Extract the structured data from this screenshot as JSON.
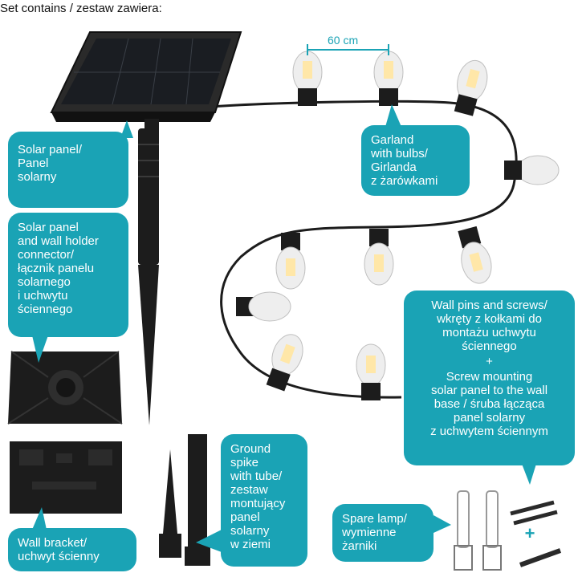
{
  "title": "Set contains / zestaw zawiera:",
  "dimension_label": "60 cm",
  "callouts": {
    "solar_panel": [
      "Solar panel/",
      "Panel",
      "solarny"
    ],
    "connector": [
      "Solar panel",
      "and wall holder",
      "connector/",
      "łącznik panelu",
      "solarnego",
      "i uchwytu",
      "ściennego"
    ],
    "garland": [
      "Garland",
      "with bulbs/",
      "Girlanda",
      "z żarówkami"
    ],
    "wall_pins": [
      "Wall pins and screws/",
      "wkręty z kołkami do",
      "montażu uchwytu",
      "ściennego",
      "+",
      "Screw mounting",
      "solar panel to the wall",
      "base / śruba łącząca",
      "panel solarny",
      "z uchwytem ściennym"
    ],
    "ground_spike": [
      "Ground",
      "spike",
      "with tube/",
      "zestaw",
      "montujący",
      "panel",
      "solarny",
      "w ziemi"
    ],
    "wall_bracket": [
      "Wall bracket/",
      "uchwyt ścienny"
    ],
    "spare_lamp": [
      "Spare lamp/",
      "wymienne",
      "żarniki"
    ]
  },
  "plus_sign": "+",
  "colors": {
    "accent": "#1aa3b5",
    "product": "#1c1c1c"
  }
}
